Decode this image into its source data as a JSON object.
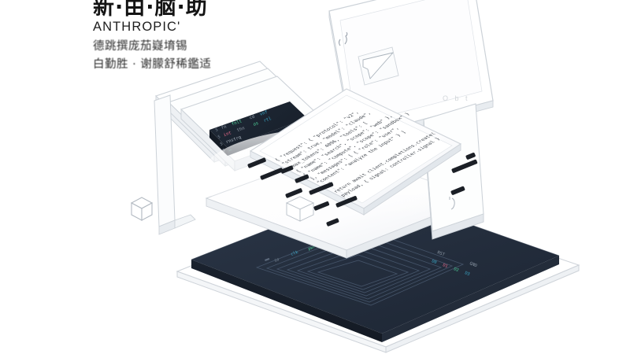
{
  "meta": {
    "background_color": "#ffffff",
    "line_color": "#c9ced4",
    "panel_fill": "#fbfcfd",
    "dark_board_color": "#26303f",
    "dark_screen_color": "#1d2633",
    "accent_green": "#4fd39a",
    "accent_teal": "#3aa9c9",
    "accent_pink": "#e86a8a",
    "accent_gray": "#8d99a6",
    "dash_color": "#1b1f26"
  },
  "header": {
    "title": "新·由·脑·助",
    "brand": "ANTHROPIC'",
    "subtitle_line1": "德跳撰庞茄嶷堉锡",
    "subtitle_line2": "白勤胜 · 谢朦舒稀鑑适"
  },
  "rear_panel": {
    "faint_label": "O b t",
    "cursor_icon": "pointer-arrow-icon",
    "bracket_mark": "{"
  },
  "terminal": {
    "name": "terminal-screen",
    "lines": [
      {
        "prompt": "$",
        "segments": [
          {
            "text": "fn",
            "color": "#8d99a6"
          },
          {
            "text": "fnlt",
            "color": "#4fd39a"
          },
          {
            "text": "cd",
            "color": "#8d99a6"
          },
          {
            "text": "vnf",
            "color": "#3aa9c9"
          }
        ]
      },
      {
        "prompt": "$",
        "segments": [
          {
            "text": "int",
            "color": "#e86a8a"
          },
          {
            "text": "thn",
            "color": "#8d99a6"
          },
          {
            "text": "os",
            "color": "#4fd39a"
          },
          {
            "text": "rtl",
            "color": "#3aa9c9"
          }
        ]
      },
      {
        "prompt": "$",
        "segments": [
          {
            "text": "rnstrq",
            "color": "#aab4bf"
          }
        ]
      },
      {
        "prompt": "$",
        "segments": [
          {
            "text": "_",
            "color": "#4fd39a"
          }
        ]
      }
    ]
  },
  "code_panel": {
    "name": "code-document-panel",
    "lines": [
      "{ \"request\": { \"protocol\": \"v2\",",
      "  \"stream\": true, \"model\": \"claude\",",
      "  \"max_tokens\": 4096, \"tools\": [",
      "    { \"name\": \"search\", \"scope\": \"web\" },",
      "    { \"name\": \"compute\", \"scope\": \"sandbox\" }",
      "  ], \"messages\": [ { \"role\": \"user\",",
      "  \"content\": \"analyze the input\" } ]",
      "} }",
      "return await client.completions.create(",
      "  payload, { signal: controller.signal }",
      ")"
    ]
  },
  "circuit_board": {
    "name": "circuit-board",
    "trace_count": 7,
    "labels_left": [
      {
        "text": "io",
        "color": "#7f8b99"
      },
      {
        "text": "clk",
        "color": "#3aa9c9"
      },
      {
        "text": "pwr",
        "color": "#4fd39a"
      }
    ],
    "labels_right": [
      {
        "text": "RST",
        "color": "#8d99a6"
      },
      {
        "text": "GND",
        "color": "#8d99a6"
      },
      {
        "text": "D0",
        "color": "#3aa9c9"
      },
      {
        "text": "D1",
        "color": "#e86a8a"
      },
      {
        "text": "D2",
        "color": "#4fd39a"
      },
      {
        "text": "D3",
        "color": "#3aa9c9"
      }
    ]
  },
  "floating": {
    "cube_left_name": "wireframe-cube-left",
    "cube_center_name": "wireframe-cube-center",
    "dash_count_center": 9,
    "dash_count_right": 3
  }
}
